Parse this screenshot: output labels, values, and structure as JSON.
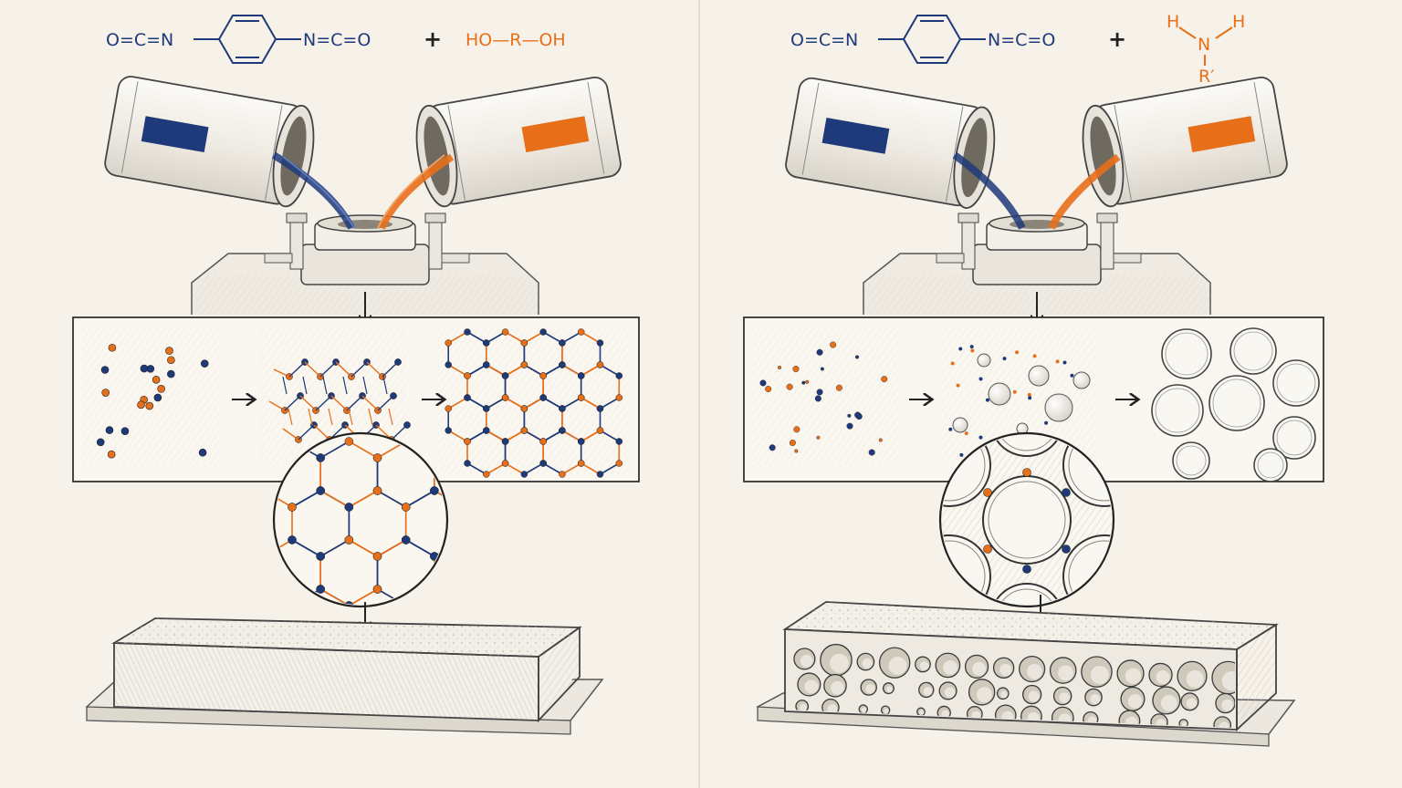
{
  "left": {
    "formula": {
      "isocyanate_left": "O=C=N",
      "isocyanate_right": "N=C=O",
      "plus": "+",
      "co_reactant": "HO—R—OH"
    },
    "can_a_color": "#1f3a7a",
    "can_b_color": "#e86f1a",
    "icons": [
      "pouring-can",
      "mixing-head",
      "down-arrow",
      "right-arrow",
      "magnifier-circle",
      "solid-slab"
    ]
  },
  "right": {
    "formula": {
      "isocyanate_left": "O=C=N",
      "isocyanate_right": "N=C=O",
      "plus": "+",
      "amine_h1": "H",
      "amine_h2": "H",
      "amine_n": "N",
      "amine_r": "R′"
    },
    "can_a_color": "#1f3a7a",
    "can_b_color": "#e86f1a",
    "icons": [
      "pouring-can",
      "mixing-head",
      "down-arrow",
      "right-arrow",
      "magnifier-circle",
      "foam-slab"
    ]
  }
}
